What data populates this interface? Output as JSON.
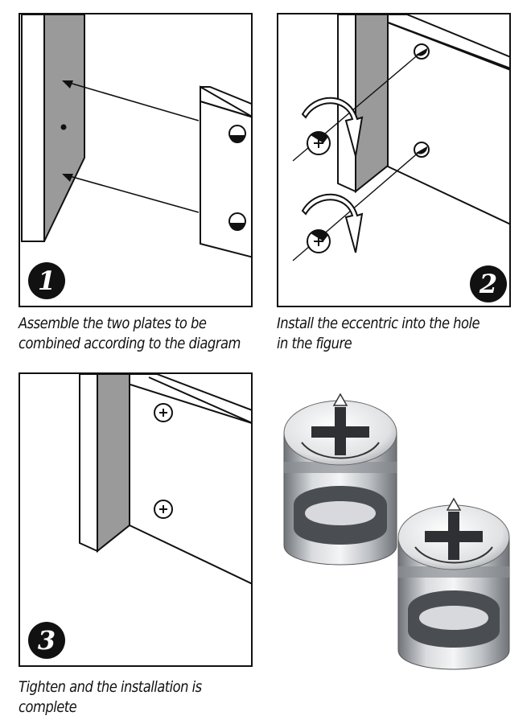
{
  "steps": [
    {
      "number": "1",
      "caption_lines": [
        "Assemble the two plates to be",
        "combined according to the diagram"
      ]
    },
    {
      "number": "2",
      "caption_lines": [
        "Install the eccentric into the hole",
        "in the figure"
      ]
    },
    {
      "number": "3",
      "caption_lines": [
        "Tighten and the installation is",
        "complete"
      ]
    }
  ],
  "colors": {
    "line": "#111111",
    "panel_shade": "#9a9a9a",
    "badge": "#111111",
    "metal_light": "#e4e6e8",
    "metal_dark": "#6f7378"
  },
  "icons": [
    "arrow-icon",
    "eccentric-cam-icon",
    "screw-head-icon",
    "rotate-arrow-icon",
    "step-number-badge"
  ]
}
